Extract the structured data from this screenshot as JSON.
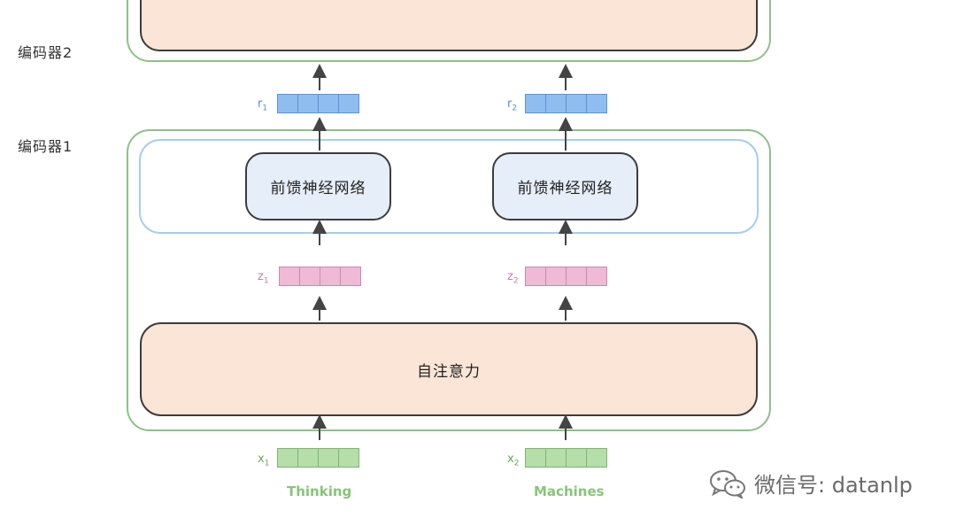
{
  "encoder2": {
    "label": "编码器2"
  },
  "encoder1": {
    "label": "编码器1"
  },
  "ffn": {
    "left_label": "前馈神经网络",
    "right_label": "前馈神经网络"
  },
  "self_attention": {
    "label": "自注意力"
  },
  "vectors": {
    "r1": {
      "name": "r",
      "sub": "1"
    },
    "r2": {
      "name": "r",
      "sub": "2"
    },
    "z1": {
      "name": "z",
      "sub": "1"
    },
    "z2": {
      "name": "z",
      "sub": "2"
    },
    "x1": {
      "name": "x",
      "sub": "1"
    },
    "x2": {
      "name": "x",
      "sub": "2"
    }
  },
  "words": {
    "left": "Thinking",
    "right": "Machines"
  },
  "watermark": {
    "text": "微信号: datanlp",
    "icon": "wechat-icon"
  },
  "colors": {
    "encoder_border": "#8fbf8a",
    "ffn_band": "#a9cdec",
    "ffn_fill": "#e6eef9",
    "attn_fill": "#fbe5d6",
    "r_vector": "#8fbdf0",
    "z_vector": "#eebad5",
    "x_vector": "#b6dea9"
  }
}
